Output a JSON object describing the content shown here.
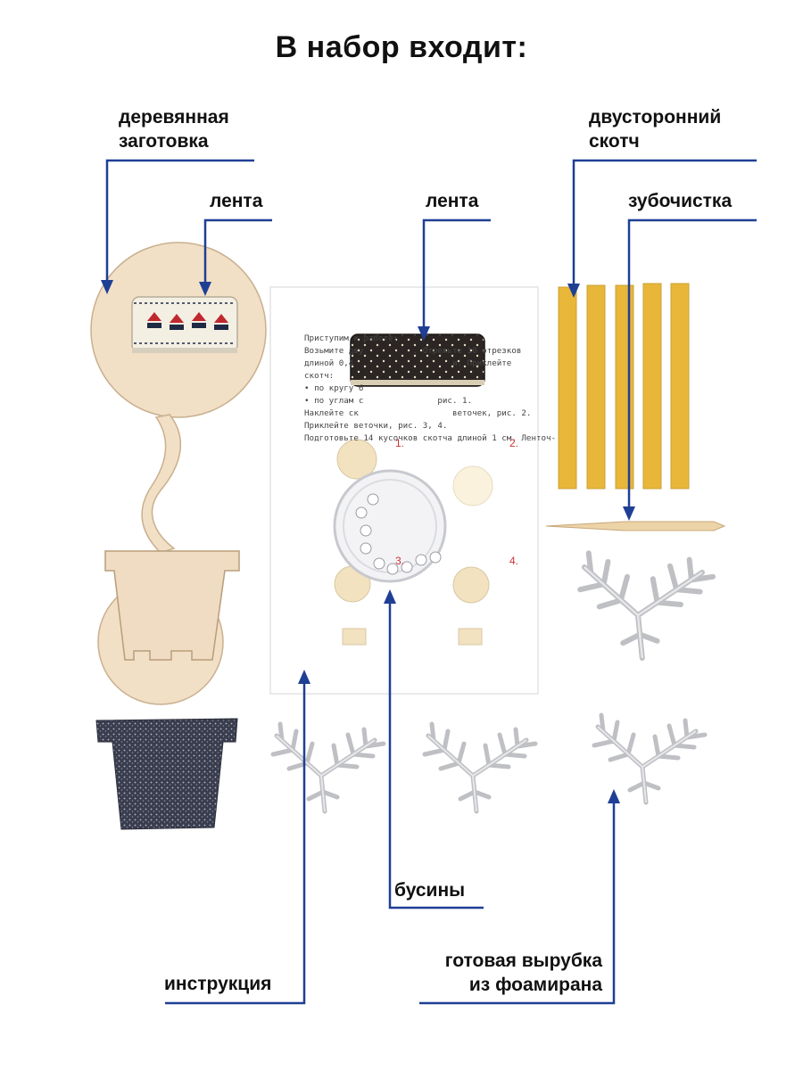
{
  "title": "В набор входит:",
  "labels": {
    "wood_line1": "деревянная",
    "wood_line2": "заготовка",
    "ribbon_left": "лента",
    "ribbon_center": "лента",
    "tape_line1": "двусторонний",
    "tape_line2": "скотч",
    "toothpick": "зубочистка",
    "beads": "бусины",
    "instruction": "инструкция",
    "foam_line1": "готовая вырубка",
    "foam_line2": "из фоамирана"
  },
  "instruction_sheet": {
    "lines": [
      "Приступим к работе:",
      "Возьмите дву          . Отрежьте 10 отрезков",
      "длиной 0,4                    и. Приклейте",
      "скотч:",
      "• по кругу 6",
      "• по углам с               рис. 1.",
      "Наклейте ск                   веточек, рис. 2.",
      "Приклейте веточки, рис. 3, 4.",
      "Подготовьте 14 кусочков скотча длиной 1 см. Ленточ-"
    ],
    "figure_numbers": [
      "1.",
      "2.",
      "3.",
      "4."
    ]
  },
  "colors": {
    "pointer_line": "#1f3f95",
    "wood": "#f1dfc6",
    "tape": "#e8b73a",
    "glitter": "#3a3d4e",
    "foam": "#c9c9cc"
  }
}
